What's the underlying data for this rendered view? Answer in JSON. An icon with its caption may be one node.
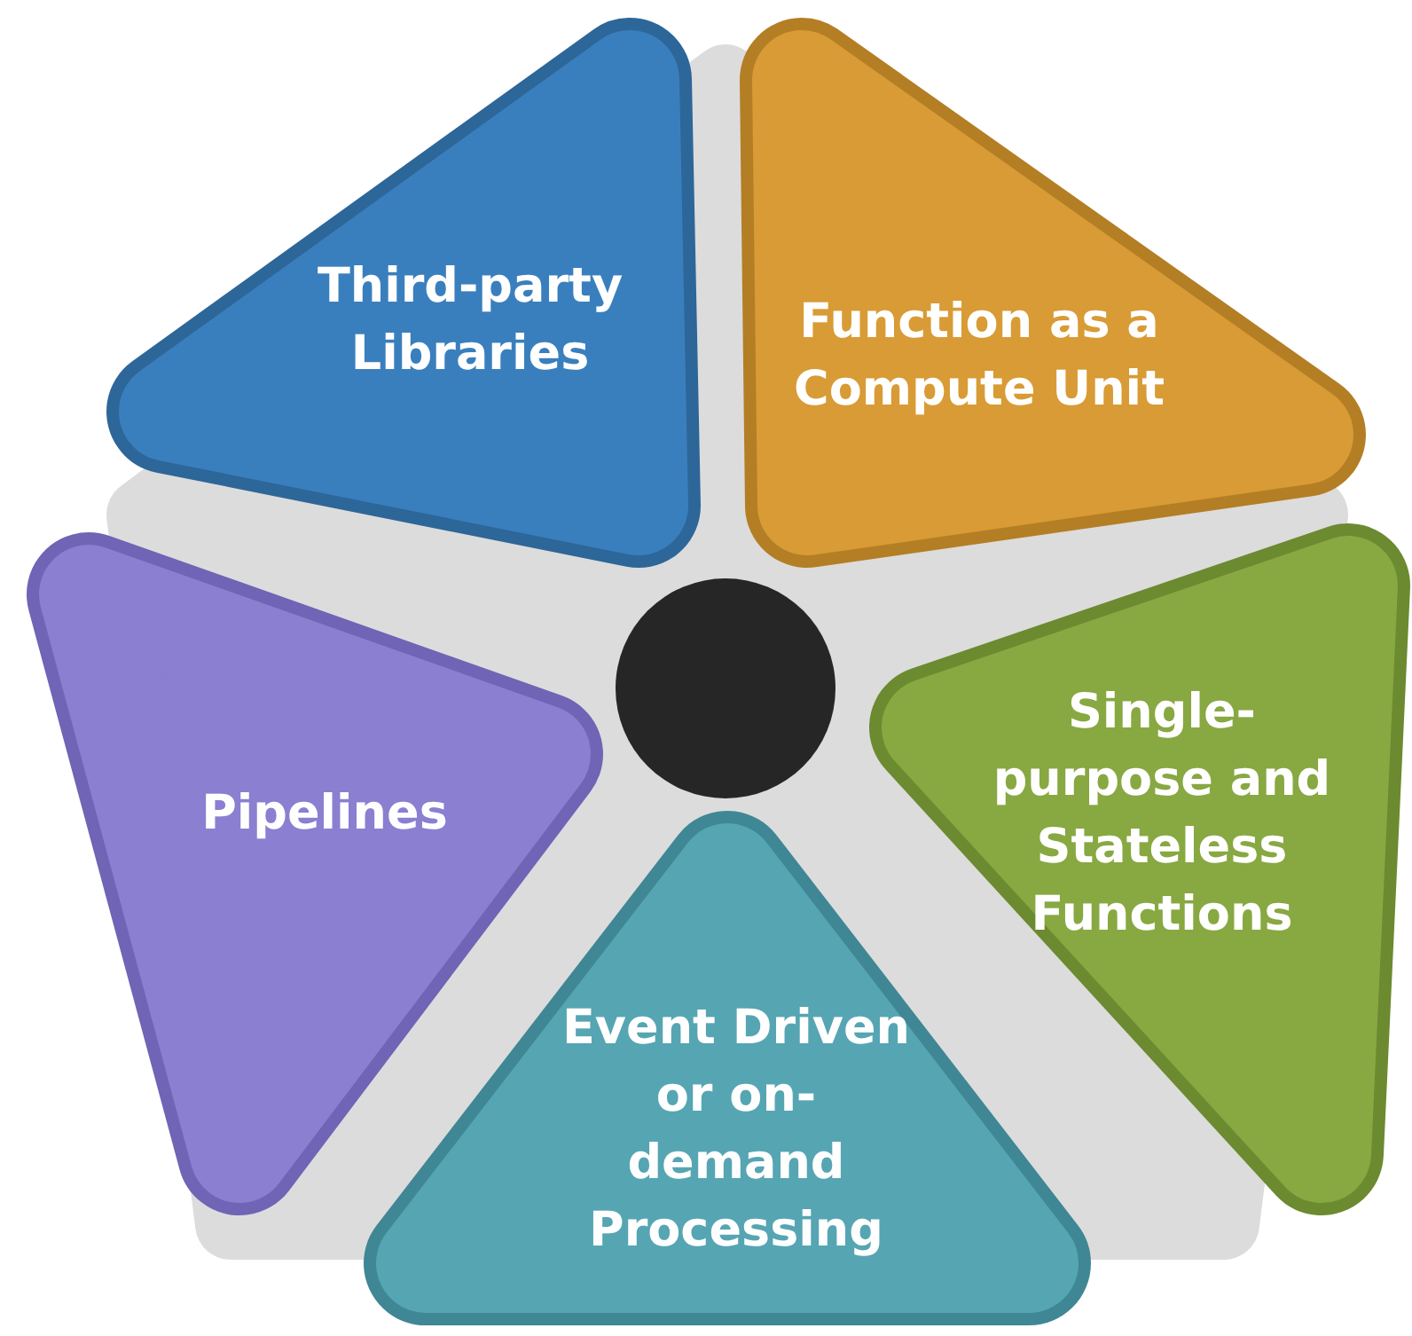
{
  "diagram": {
    "nodes": [
      {
        "text": [
          "Third-party Libraries"
        ]
      },
      {
        "text": [
          "Function as a Compute Unit"
        ]
      },
      {
        "text": [],
        "shape": "circle"
      },
      {
        "text": [
          "Pipelines"
        ]
      },
      {
        "text": [
          "Single-purpose and Stateless Functions"
        ]
      },
      {
        "text": [
          "Event Driven or on-demand Processing"
        ]
      }
    ]
  }
}
